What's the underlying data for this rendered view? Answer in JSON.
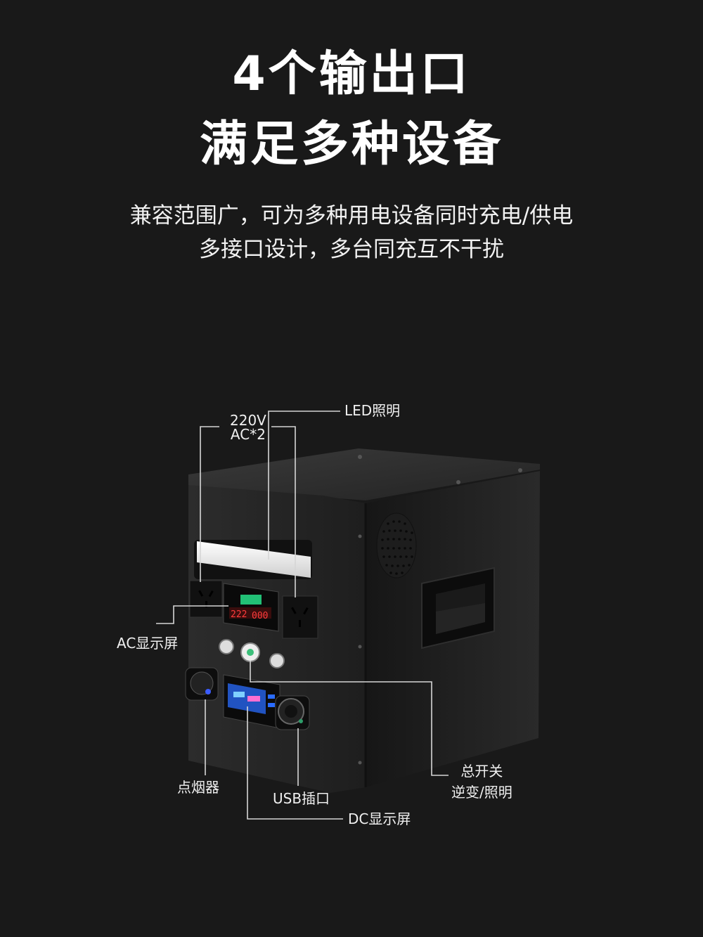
{
  "headline": {
    "line1": "4个输出口",
    "line2": "满足多种设备"
  },
  "subtitle": {
    "line1": "兼容范围广，可为多种用电设备同时充电/供电",
    "line2": "多接口设计，多台同充互不干扰"
  },
  "callouts": {
    "ac_outlets_line1": "220V",
    "ac_outlets_line2": "AC*2",
    "led_light": "LED照明",
    "ac_display": "AC显示屏",
    "cigarette_lighter": "点烟器",
    "usb_port": "USB插口",
    "dc_display": "DC显示屏",
    "main_switch_line1": "总开关",
    "main_switch_line2": "逆变/照明"
  },
  "colors": {
    "background": "#191919",
    "text": "#ffffff",
    "leader_line": "#d6d6d6",
    "ac_display_red": "#ff3b3b",
    "ac_display_green": "#27e08a",
    "dc_display_blue": "#2a6cff",
    "indicator_blue": "#3b5cff"
  }
}
